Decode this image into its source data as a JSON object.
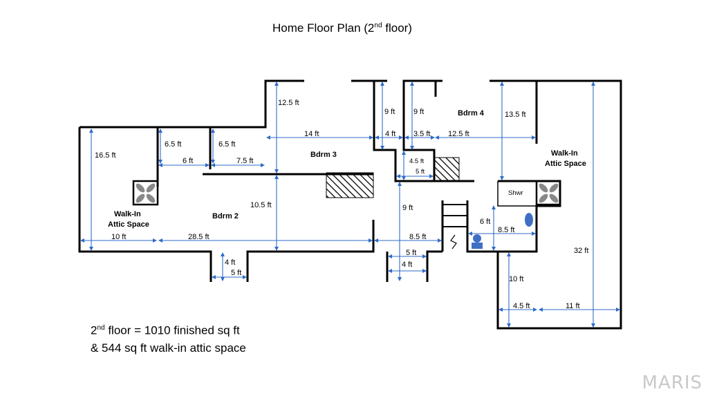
{
  "title": {
    "prefix": "Home Floor Plan (2",
    "sup": "nd",
    "suffix": " floor)"
  },
  "rooms": {
    "bdrm2": "Bdrm 2",
    "bdrm3": "Bdrm 3",
    "bdrm4": "Bdrm 4",
    "attic_left_l1": "Walk-In",
    "attic_left_l2": "Attic Space",
    "attic_right_l1": "Walk-In",
    "attic_right_l2": "Attic Space",
    "shower": "Shwr"
  },
  "dimensions": {
    "d16_5": "16.5 ft",
    "d6_5a": "6.5 ft",
    "d6_5b": "6.5 ft",
    "d6": "6 ft",
    "d7_5": "7.5 ft",
    "d12_5": "12.5 ft",
    "d14": "14 ft",
    "d9a": "9 ft",
    "d9b": "9 ft",
    "d4a": "4 ft",
    "d3_5": "3.5 ft",
    "d12_5b": "12.5 ft",
    "d13_5": "13.5 ft",
    "d4_5a": "4.5 ft",
    "d5a": "5 ft",
    "d10_5": "10.5 ft",
    "d9c": "9 ft",
    "d10": "10 ft",
    "d28_5": "28.5 ft",
    "d8_5a": "8.5 ft",
    "d6b": "6 ft",
    "d8_5b": "8.5 ft",
    "d4b": "4 ft",
    "d5b": "5 ft",
    "d5c": "5 ft",
    "d4c": "4 ft",
    "d32": "32 ft",
    "d10b": "10 ft",
    "d4_5b": "4.5 ft",
    "d11": "11 ft"
  },
  "summary": {
    "line1_prefix": "2",
    "line1_sup": "nd",
    "line1_suffix": " floor = 1010 finished sq ft",
    "line2": "& 544 sq ft walk-in attic space"
  },
  "watermark": "MARIS",
  "colors": {
    "dimension_arrow": "#2e6bc9",
    "walls": "#000000",
    "toilet": "#3f6fc4"
  }
}
